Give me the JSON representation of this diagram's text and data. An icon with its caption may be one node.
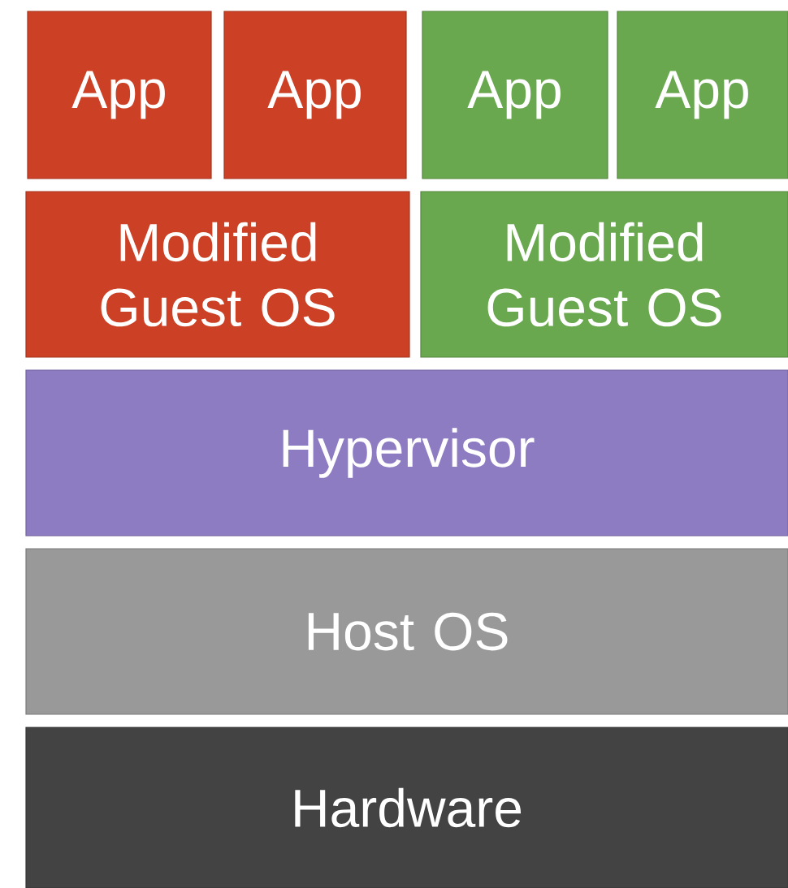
{
  "diagram": {
    "nodes": [
      {
        "text": [
          "App"
        ]
      },
      {
        "text": [
          "App"
        ]
      },
      {
        "text": [
          "App"
        ]
      },
      {
        "text": [
          "App"
        ]
      },
      {
        "text": [
          "Modified Guest OS"
        ]
      },
      {
        "text": [
          "Modified Guest OS"
        ]
      },
      {
        "text": [
          "Hypervisor"
        ]
      },
      {
        "text": [
          "Host OS"
        ]
      },
      {
        "text": [
          "Hardware"
        ]
      }
    ]
  }
}
